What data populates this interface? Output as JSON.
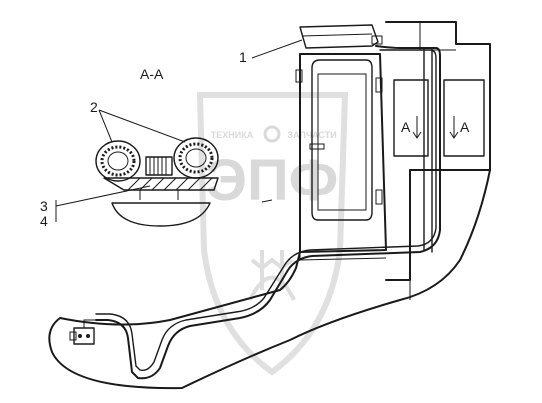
{
  "watermark": {
    "brand": "ЭПФ",
    "word_left": "ТЕХНИКА",
    "word_right": "ЗАПЧАСТИ"
  },
  "labels": {
    "section": "A-A",
    "callout_1": "1",
    "callout_2": "2",
    "callout_3": "3",
    "callout_4": "4",
    "view_left": "A",
    "view_right": "A"
  },
  "colors": {
    "line": "#1a1a1a",
    "watermark": "#d9d9d9"
  }
}
